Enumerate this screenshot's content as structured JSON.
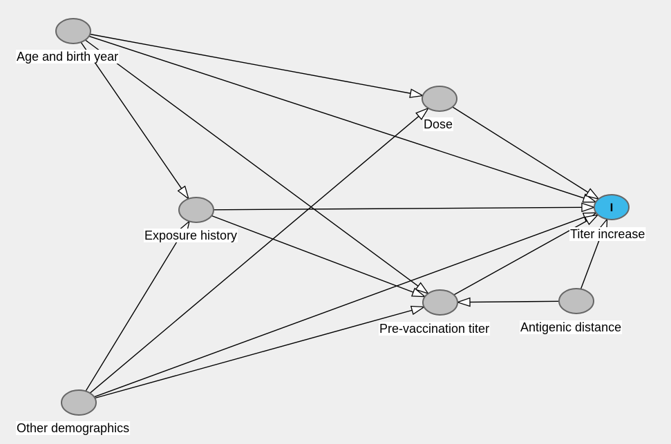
{
  "diagram": {
    "colors": {
      "background": "#efefef",
      "node_fill": "#c0c0c0",
      "node_stroke": "#666666",
      "outcome_fill": "#3bb8ea",
      "outcome_stroke": "#1a1a1a",
      "edge": "#000000"
    },
    "nodes": [
      {
        "id": "age",
        "label": "Age and birth year",
        "role": "variable"
      },
      {
        "id": "dose",
        "label": "Dose",
        "role": "variable"
      },
      {
        "id": "exposure",
        "label": "Exposure history",
        "role": "variable"
      },
      {
        "id": "titer",
        "label": "Titer increase",
        "role": "outcome",
        "marker": "I"
      },
      {
        "id": "prevac",
        "label": "Pre-vaccination titer",
        "role": "variable"
      },
      {
        "id": "antigenic",
        "label": "Antigenic distance",
        "role": "variable"
      },
      {
        "id": "other",
        "label": "Other demographics",
        "role": "variable"
      }
    ],
    "edges": [
      {
        "from": "age",
        "to": "dose"
      },
      {
        "from": "age",
        "to": "titer"
      },
      {
        "from": "age",
        "to": "exposure"
      },
      {
        "from": "age",
        "to": "prevac"
      },
      {
        "from": "dose",
        "to": "titer"
      },
      {
        "from": "exposure",
        "to": "titer"
      },
      {
        "from": "exposure",
        "to": "prevac"
      },
      {
        "from": "other",
        "to": "exposure"
      },
      {
        "from": "other",
        "to": "dose"
      },
      {
        "from": "other",
        "to": "titer"
      },
      {
        "from": "other",
        "to": "prevac"
      },
      {
        "from": "prevac",
        "to": "titer"
      },
      {
        "from": "antigenic",
        "to": "prevac"
      },
      {
        "from": "antigenic",
        "to": "titer"
      }
    ]
  }
}
